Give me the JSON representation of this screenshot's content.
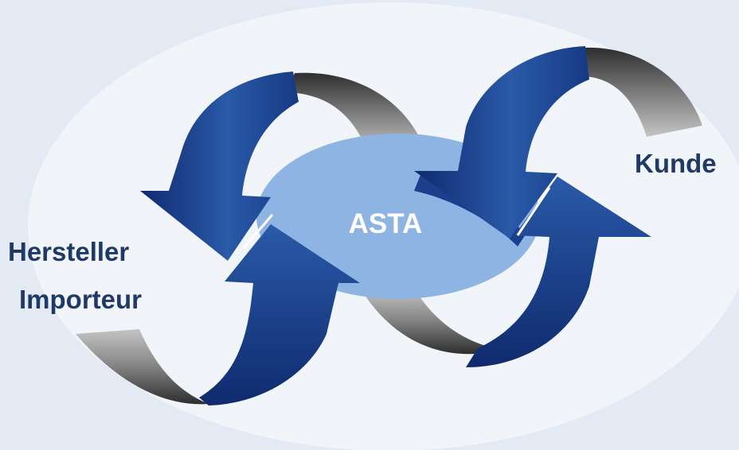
{
  "diagram": {
    "center_label": "ASTA",
    "left_label_line1": "Hersteller",
    "left_label_line2": "Importeur",
    "right_label": "Kunde"
  },
  "colors": {
    "page_background": "#e3eaf4",
    "outer_ellipse": "#f1f4f9",
    "center_ellipse": "#8db4e2",
    "arrow_blue_dark": "#0f2a6e",
    "arrow_blue_light": "#2a5aa8",
    "band_gray_dark": "#2e2e2e",
    "band_gray_light": "#b9b9b9",
    "label_text": "#1f3a66",
    "center_text": "#ffffff"
  }
}
